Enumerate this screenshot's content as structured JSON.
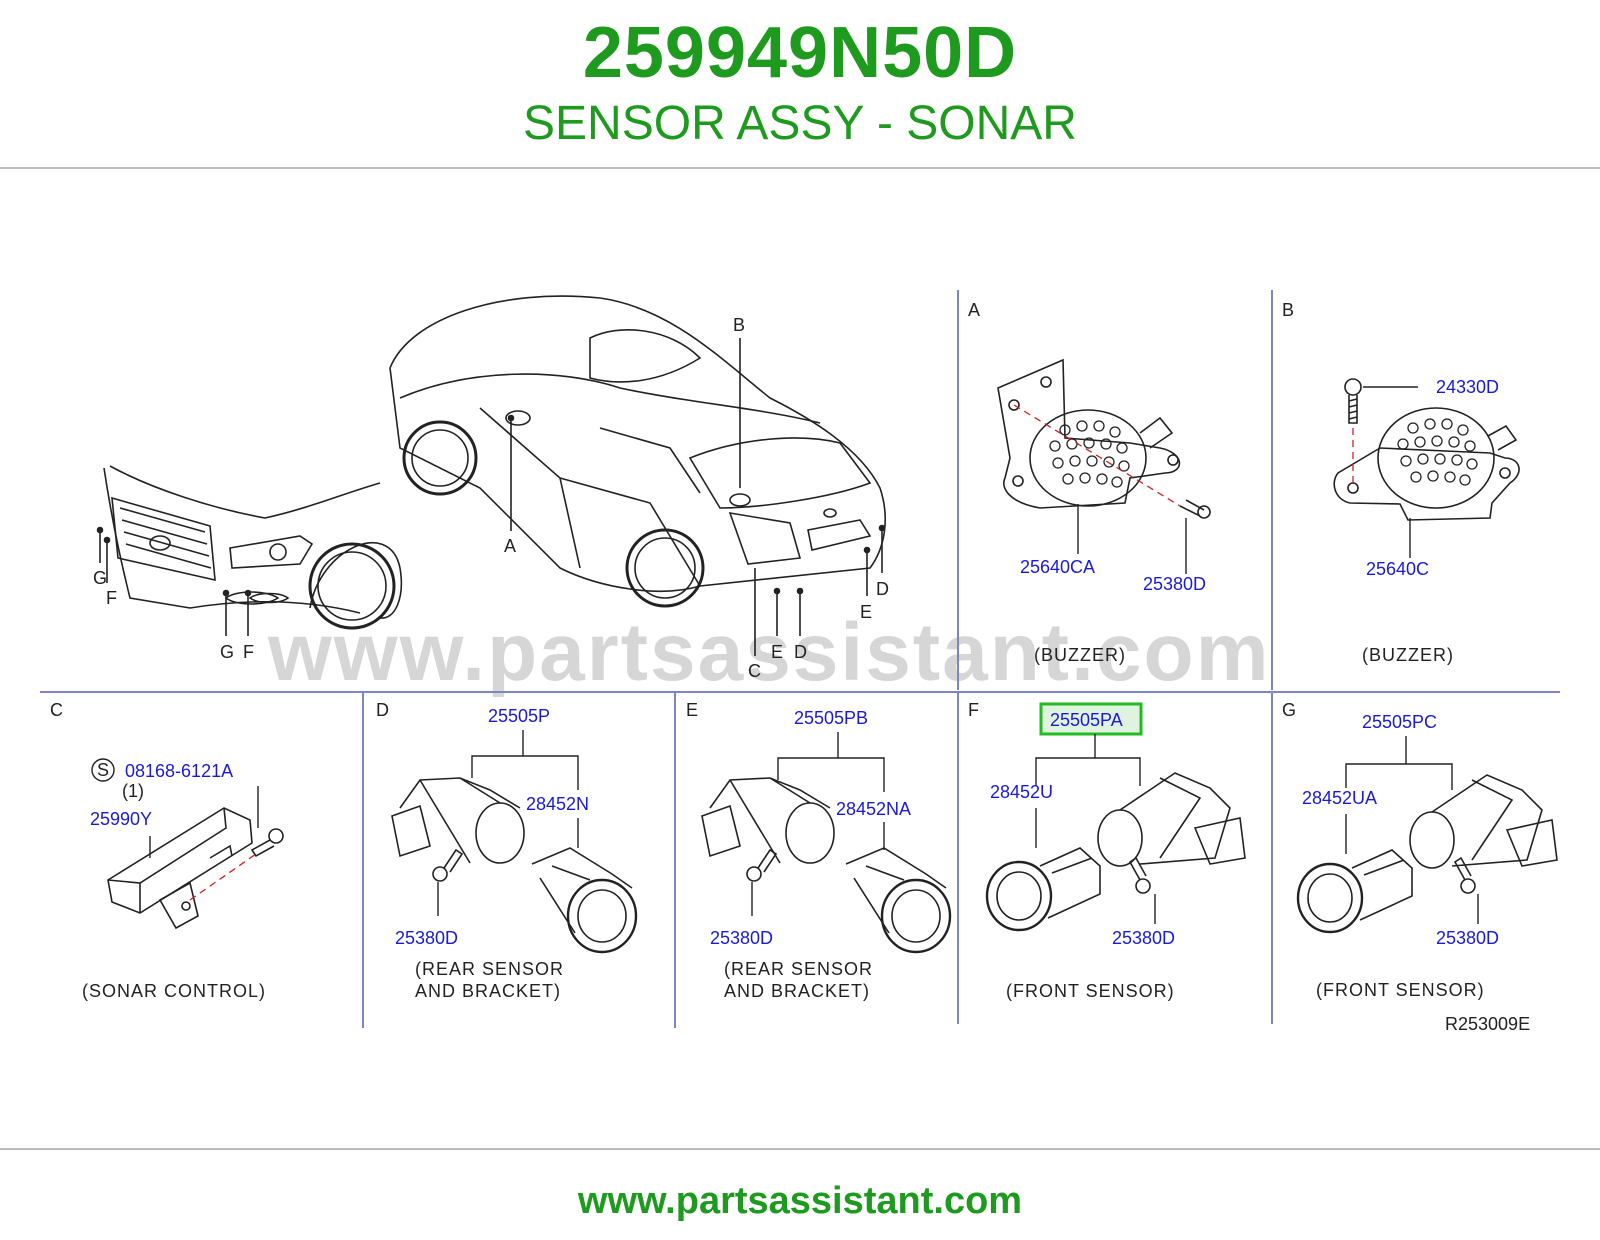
{
  "header": {
    "part_number": "259949N50D",
    "description": "SENSOR ASSY - SONAR"
  },
  "watermark": "www.partsassistant.com",
  "footer": {
    "url": "www.partsassistant.com"
  },
  "colors": {
    "brand_green": "#1e9a1e",
    "label_blue": "#1a1ad6",
    "highlight": "#22bb22",
    "divider": "#7b86c8"
  },
  "overview": {
    "callouts": [
      "B",
      "A",
      "G",
      "F",
      "G",
      "F",
      "C",
      "E",
      "D",
      "E",
      "D"
    ]
  },
  "panels": {
    "A": {
      "letter": "A",
      "parts": [
        "25640CA",
        "25380D"
      ],
      "caption": "(BUZZER)"
    },
    "B": {
      "letter": "B",
      "parts": [
        "24330D",
        "25640C"
      ],
      "caption": "(BUZZER)"
    },
    "C": {
      "letter": "C",
      "symbol": "S",
      "parts": [
        "08168-6121A",
        "(1)",
        "25990Y"
      ],
      "caption": "(SONAR   CONTROL)"
    },
    "D": {
      "letter": "D",
      "parts": [
        "25505P",
        "28452N",
        "25380D"
      ],
      "caption1": "(REAR   SENSOR",
      "caption2": "AND   BRACKET)"
    },
    "E": {
      "letter": "E",
      "parts": [
        "25505PB",
        "28452NA",
        "25380D"
      ],
      "caption1": "(REAR   SENSOR",
      "caption2": "AND   BRACKET)"
    },
    "F": {
      "letter": "F",
      "parts": [
        "25505PA",
        "28452U",
        "25380D"
      ],
      "caption": "(FRONT   SENSOR)",
      "highlighted": "25505PA"
    },
    "G": {
      "letter": "G",
      "parts": [
        "25505PC",
        "28452UA",
        "25380D"
      ],
      "caption": "(FRONT   SENSOR)"
    }
  },
  "diagram_code": "R253009E"
}
